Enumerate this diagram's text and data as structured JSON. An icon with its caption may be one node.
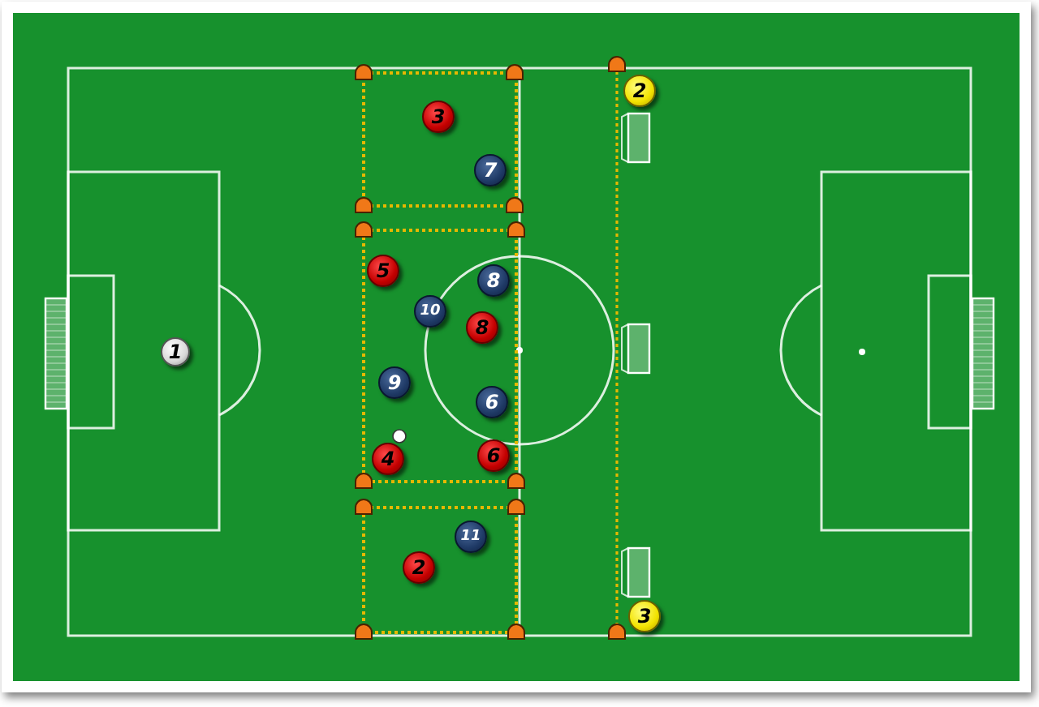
{
  "diagram": {
    "nodes": [
      {
        "text": [
          "2"
        ]
      },
      {
        "text": [
          "3"
        ]
      },
      {
        "text": [
          "7"
        ]
      },
      {
        "text": [
          "5"
        ]
      },
      {
        "text": [
          "8"
        ]
      },
      {
        "text": [
          "10"
        ]
      },
      {
        "text": [
          "8"
        ]
      },
      {
        "text": [
          "1"
        ]
      },
      {
        "text": [
          "9"
        ]
      },
      {
        "text": [
          "6"
        ]
      },
      {
        "text": [
          "4"
        ]
      },
      {
        "text": [
          "6"
        ]
      },
      {
        "text": [
          "11"
        ]
      },
      {
        "text": [
          "2"
        ]
      },
      {
        "text": [
          "3"
        ]
      }
    ]
  }
}
